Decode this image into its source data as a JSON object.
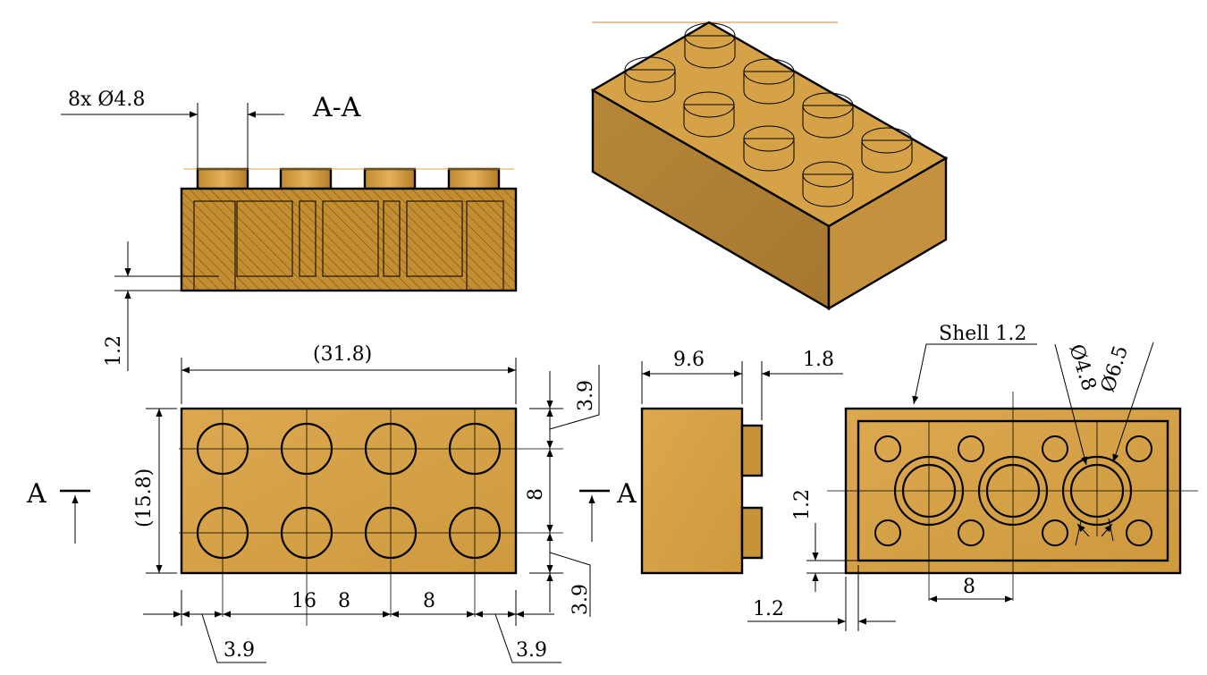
{
  "section": {
    "title": "A-A",
    "stud_callout": "8x Ø4.8",
    "floor_thickness": "1.2"
  },
  "top_view": {
    "length_ref": "(31.8)",
    "width_ref": "(15.8)",
    "pitch_1": "16",
    "pitch_2": "8",
    "pitch_3": "8",
    "edge_left": "3.9",
    "edge_right": "3.9",
    "edge_top": "3.9",
    "edge_bottom": "3.9",
    "stud_pitch_vertical": "8",
    "section_marker_left": "A",
    "section_marker_right": "A"
  },
  "side_view": {
    "body_height": "9.6",
    "stud_height": "1.8"
  },
  "bottom_view": {
    "shell_label": "Shell 1.2",
    "tube_inner_dia": "Ø4.8",
    "tube_outer_dia": "Ø6.5",
    "wall_thickness": "1.2",
    "side_thickness": "1.2",
    "tube_pitch": "8"
  },
  "colors": {
    "brick": "#d9a441",
    "brick_dark": "#b9832a",
    "brick_side": "#a8782f",
    "line": "#000000"
  }
}
